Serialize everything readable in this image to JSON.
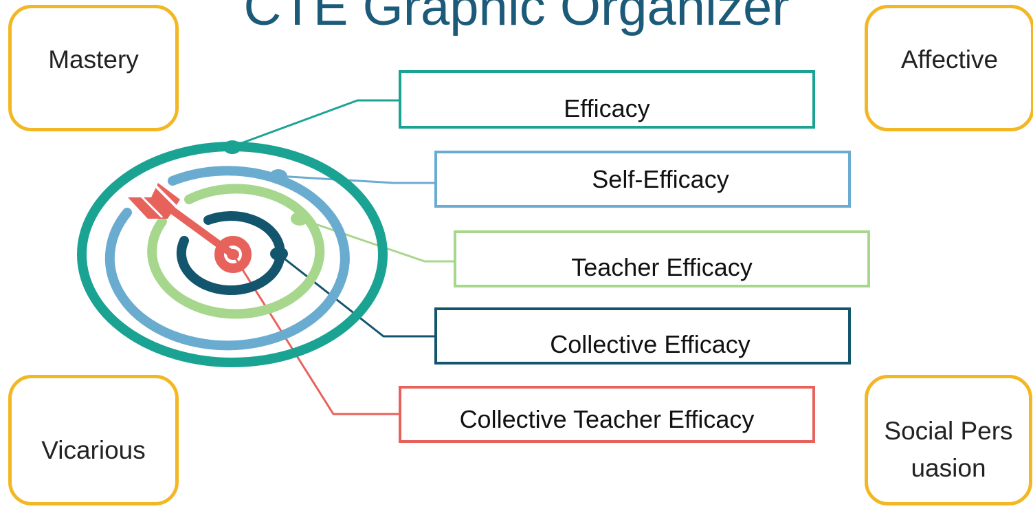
{
  "title": "CTE Graphic Organizer",
  "corners": {
    "top_left": "Mastery",
    "top_right": "Affective",
    "bottom_left": "Vicarious",
    "bottom_right": "Social Persuasion"
  },
  "levels": [
    {
      "label": "Efficacy",
      "color": "#1aa393"
    },
    {
      "label": "Self-Efficacy",
      "color": "#6aabd0"
    },
    {
      "label": "Teacher Efficacy",
      "color": "#a6d78d"
    },
    {
      "label": "Collective Efficacy",
      "color": "#14556e"
    },
    {
      "label": "Collective Teacher Efficacy",
      "color": "#e8625c"
    }
  ],
  "colors": {
    "accent_border": "#f2b723",
    "title": "#1b5a78"
  },
  "icons": [
    "target-icon",
    "arrow-icon"
  ]
}
